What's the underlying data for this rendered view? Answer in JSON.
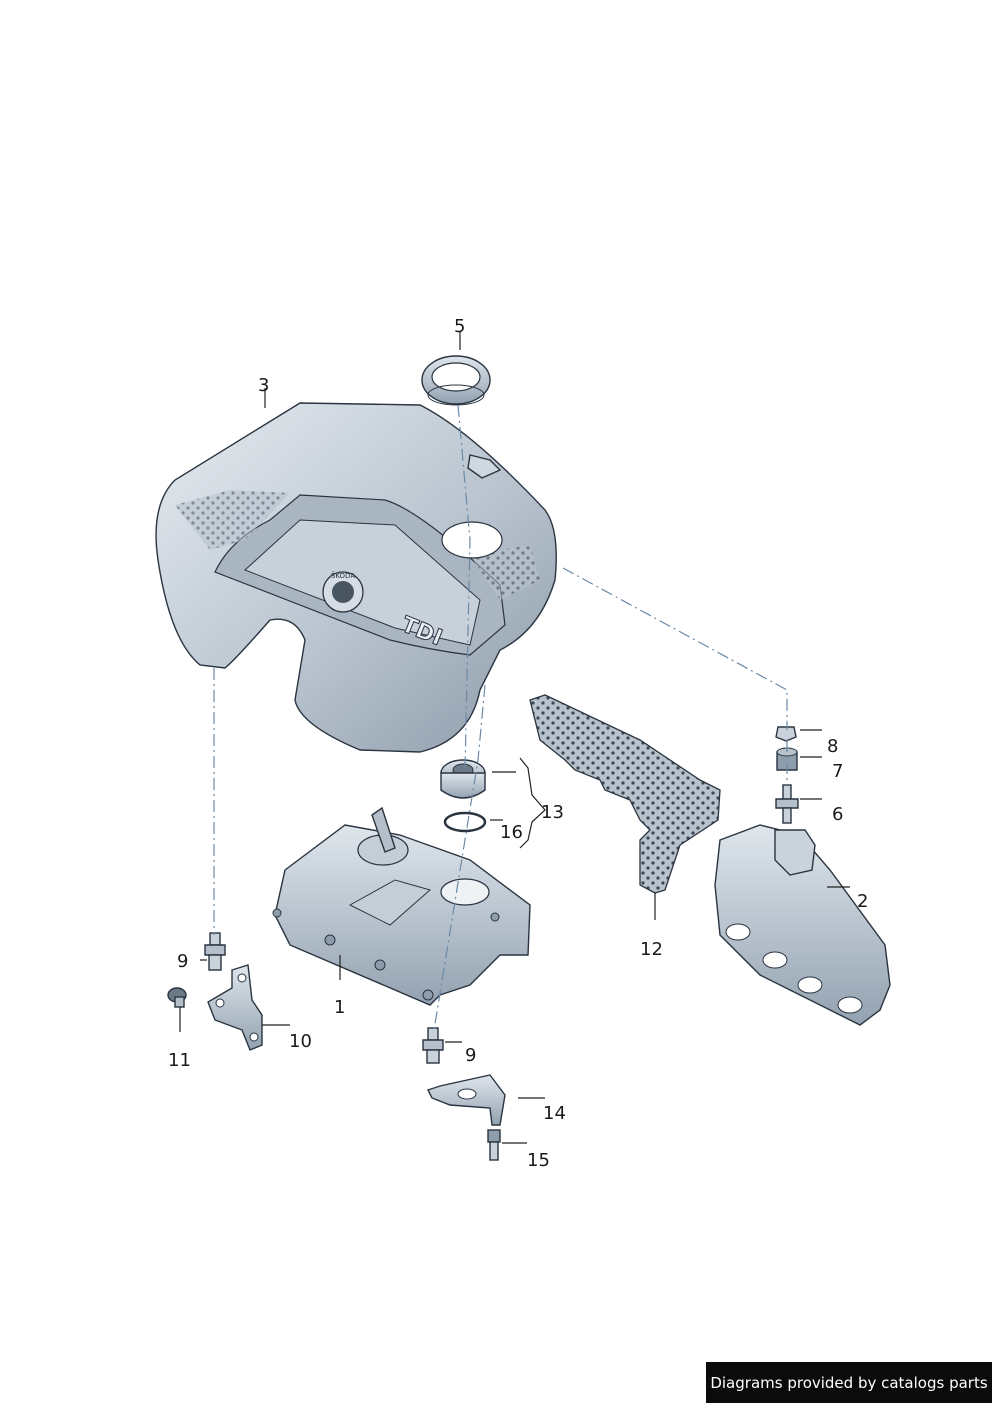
{
  "callouts": {
    "c1": "1",
    "c2": "2",
    "c3": "3",
    "c5": "5",
    "c6": "6",
    "c7": "7",
    "c8": "8",
    "c9a": "9",
    "c9b": "9",
    "c10": "10",
    "c11": "11",
    "c12": "12",
    "c13": "13",
    "c14": "14",
    "c15": "15",
    "c16": "16"
  },
  "engine_cover": {
    "badge_text": "TDI",
    "logo_text": "ŠKODA"
  },
  "footer": {
    "credit": "Diagrams provided by catalogs parts"
  }
}
